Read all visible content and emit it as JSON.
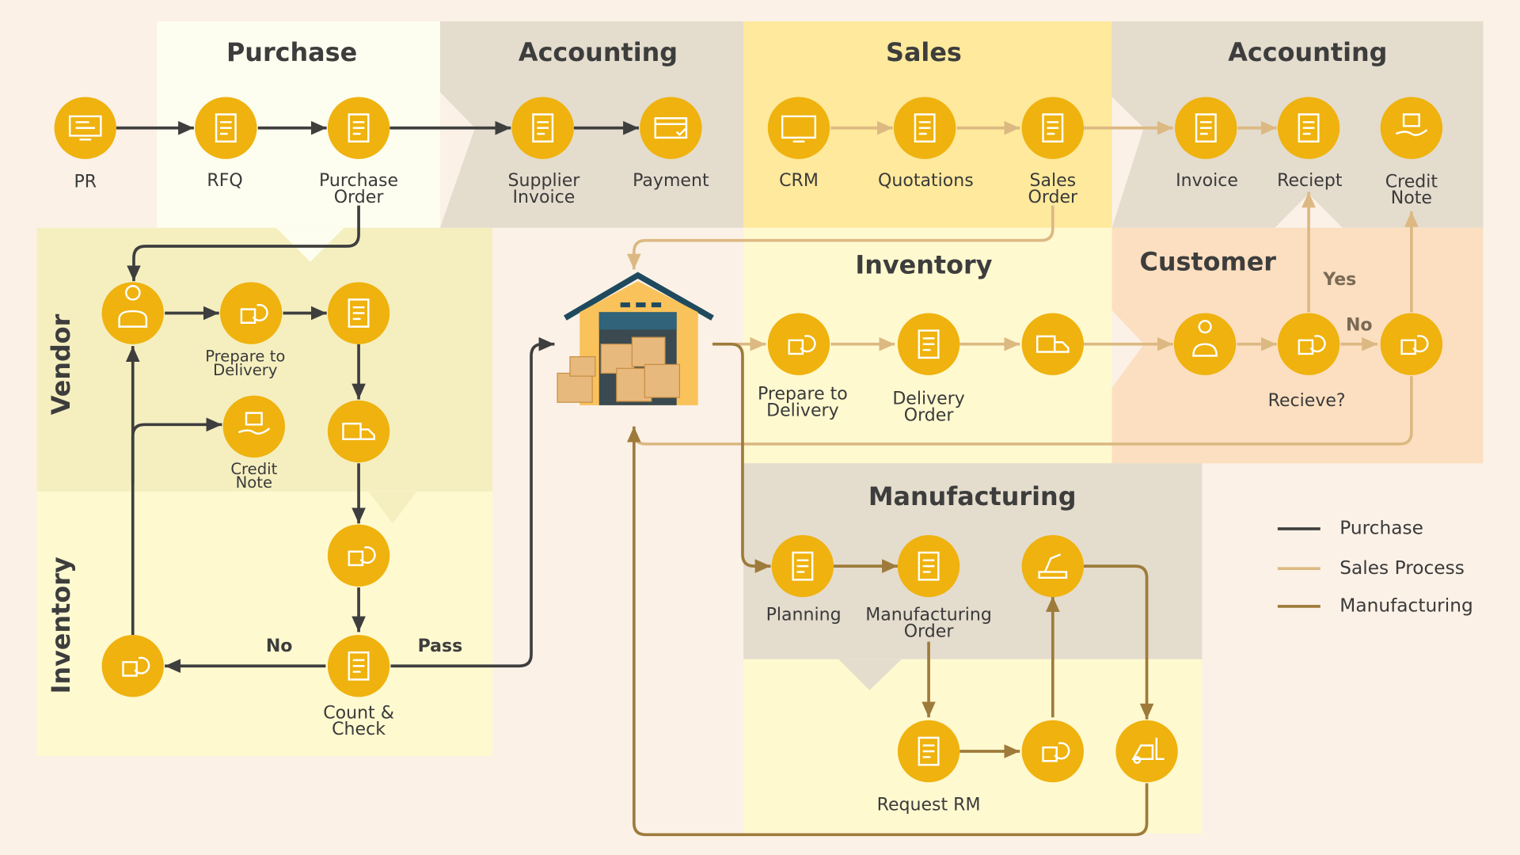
{
  "colors": {
    "bg": "#fbf1e7",
    "icon_fill": "#efb20e",
    "purchase_line": "#3e3e3e",
    "sales_line": "#dcb982",
    "manufacturing_line": "#9e7b3b",
    "zone_cream": "#fefef0",
    "zone_taupe": "#e4dccd",
    "zone_yellow": "#fee99c",
    "zone_lightyellow": "#fff9d0",
    "zone_olive": "#f5efc0",
    "zone_peach": "#fcdfc0"
  },
  "sections": {
    "purchase": "Purchase",
    "accounting_1": "Accounting",
    "sales": "Sales",
    "accounting_2": "Accounting",
    "inventory_main": "Inventory",
    "customer": "Customer",
    "vendor": "Vendor",
    "inventory_side": "Inventory",
    "manufacturing": "Manufacturing"
  },
  "nodes": {
    "pr": "PR",
    "rfq": "RFQ",
    "purchase_order": "Purchase\nOrder",
    "supplier_invoice": "Supplier\nInvoice",
    "payment": "Payment",
    "crm": "CRM",
    "quotations": "Quotations",
    "sales_order": "Sales\nOrder",
    "invoice": "Invoice",
    "receipt": "Reciept",
    "credit_note_customer": "Credit\nNote",
    "prepare_delivery_vendor": "Prepare to\nDelivery",
    "credit_note_vendor": "Credit\nNote",
    "count_check": "Count &\nCheck",
    "prepare_delivery_inv": "Prepare to\nDelivery",
    "delivery_order": "Delivery\nOrder",
    "receive_q": "Recieve?",
    "planning": "Planning",
    "manufacturing_order": "Manufacturing\nOrder",
    "request_rm": "Request RM"
  },
  "edge_labels": {
    "no_vendor": "No",
    "pass": "Pass",
    "yes_customer": "Yes",
    "no_customer": "No"
  },
  "legend": {
    "purchase": "Purchase",
    "sales": "Sales Process",
    "manufacturing": "Manufacturing"
  },
  "icons": {
    "pr": "monitor-document-icon",
    "rfq": "document-search-icon",
    "purchase_order": "shopping-cart-icon",
    "supplier_invoice": "receipt-scroll-icon",
    "payment": "credit-card-icon",
    "crm": "crm-monitor-icon",
    "quotations": "document-stack-icon",
    "sales_order": "document-dollar-icon",
    "invoice": "invoice-dollar-icon",
    "receipt": "receipt-printer-icon",
    "credit_note_customer": "hand-money-icon",
    "vendor": "worker-icon",
    "warehouse": "warehouse-icon",
    "customer": "user-icon",
    "truck": "truck-icon",
    "return": "return-box-icon",
    "forklift": "forklift-icon",
    "robot_arm": "robot-arm-icon"
  }
}
